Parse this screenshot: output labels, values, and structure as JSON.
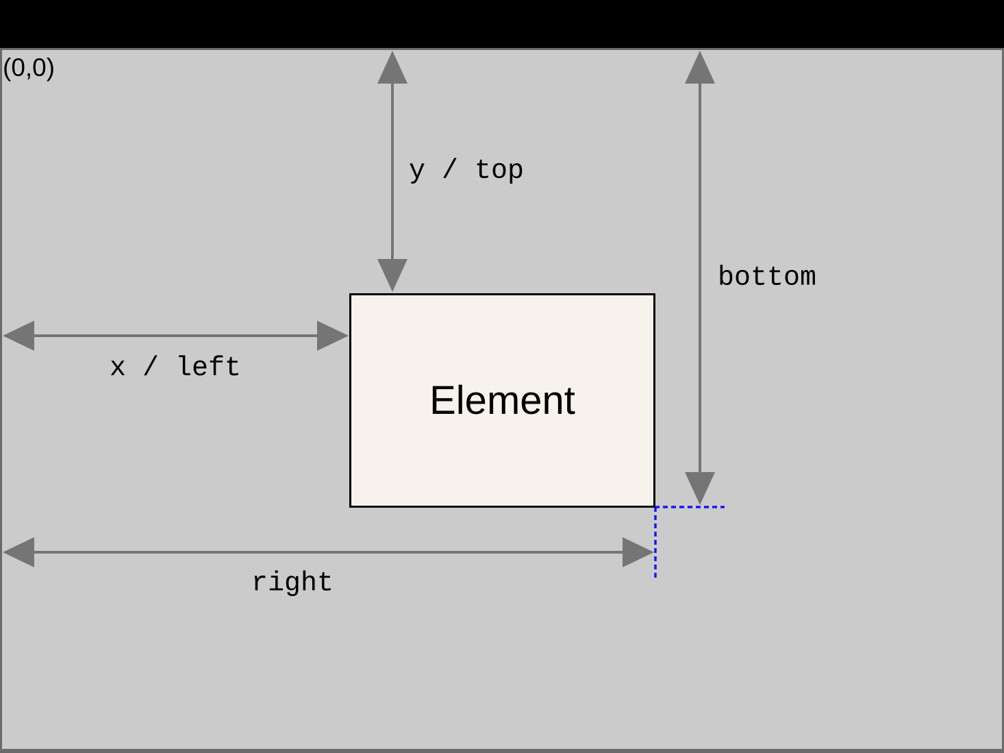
{
  "page": {
    "origin_label": "(0,0)",
    "element_box": {
      "label": "Element"
    },
    "measurement_labels": {
      "y_top": "y / top",
      "x_left": "x / left",
      "bottom": "bottom",
      "right": "right"
    }
  },
  "colors": {
    "chrome_black": "#000000",
    "frame_gray": "#6a6a6a",
    "canvas_gray": "#cbcbcb",
    "arrow_gray": "#757575",
    "element_fill": "#f7f3ec",
    "element_border": "#000000",
    "label_text": "#000000",
    "guide_blue": "#1414ff"
  }
}
